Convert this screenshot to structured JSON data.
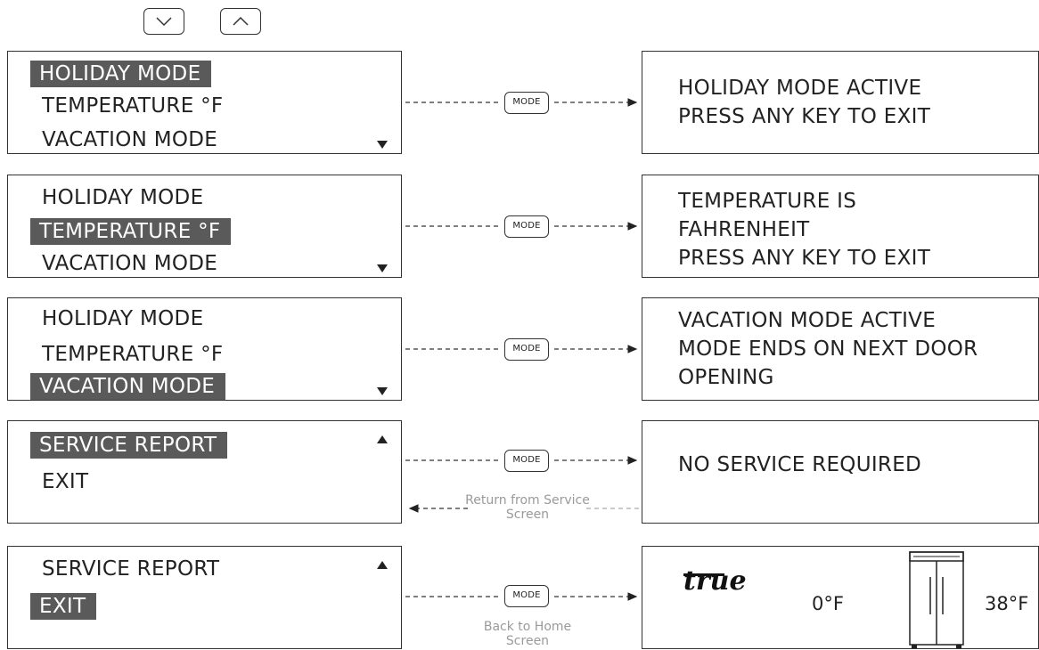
{
  "nav": {
    "down_icon": "chevron-down-icon",
    "up_icon": "chevron-up-icon"
  },
  "rows": [
    {
      "menu": [
        "HOLIDAY MODE",
        "TEMPERATURE   °F",
        "VACATION MODE"
      ],
      "display": [
        "HOLIDAY MODE ACTIVE",
        "PRESS ANY KEY TO EXIT"
      ]
    },
    {
      "menu": [
        "HOLIDAY MODE",
        "TEMPERATURE   °F",
        "VACATION MODE"
      ],
      "display": [
        "TEMPERATURE IS",
        "FAHRENHEIT",
        "PRESS ANY KEY TO EXIT"
      ]
    },
    {
      "menu": [
        "HOLIDAY MODE",
        "TEMPERATURE   °F",
        "VACATION MODE"
      ],
      "display": [
        "VACATION MODE ACTIVE",
        "MODE ENDS ON NEXT DOOR",
        "OPENING"
      ]
    },
    {
      "menu": [
        "SERVICE REPORT",
        "EXIT"
      ],
      "display": [
        "NO SERVICE REQUIRED"
      ]
    },
    {
      "menu": [
        "SERVICE REPORT",
        "EXIT"
      ]
    }
  ],
  "mode_label": "MODE",
  "return_note": "Return from Service Screen",
  "home_note": "Back to Home Screen",
  "home_screen": {
    "logo": "true",
    "freezer_temp": "0°F",
    "fridge_temp": "38°F"
  },
  "colors": {
    "highlight": "#5a5a5a",
    "note": "#9a9a9a"
  }
}
